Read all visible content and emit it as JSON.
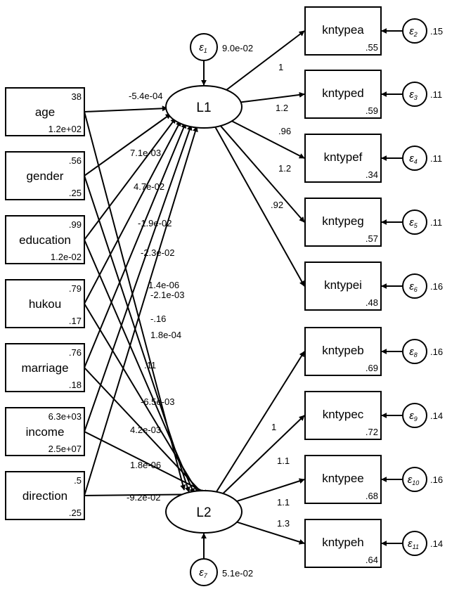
{
  "observed_left": [
    {
      "id": "age",
      "name": "age",
      "mean": "38",
      "variance": "1.2e+02"
    },
    {
      "id": "gender",
      "name": "gender",
      "mean": ".56",
      "variance": ".25"
    },
    {
      "id": "education",
      "name": "education",
      "mean": ".99",
      "variance": "1.2e-02"
    },
    {
      "id": "hukou",
      "name": "hukou",
      "mean": ".79",
      "variance": ".17"
    },
    {
      "id": "marriage",
      "name": "marriage",
      "mean": ".76",
      "variance": ".18"
    },
    {
      "id": "income",
      "name": "income",
      "mean": "6.3e+03",
      "variance": "2.5e+07"
    },
    {
      "id": "direction",
      "name": "direction",
      "mean": ".5",
      "variance": ".25"
    }
  ],
  "latents": [
    {
      "id": "L1",
      "name": "L1",
      "error": {
        "symbol": "ε",
        "sub": "1",
        "value": "9.0e-02"
      }
    },
    {
      "id": "L2",
      "name": "L2",
      "error": {
        "symbol": "ε",
        "sub": "7",
        "value": "5.1e-02"
      }
    }
  ],
  "observed_right": [
    {
      "id": "kntypea",
      "name": "kntypea",
      "intercept": ".55",
      "latent": "L1",
      "loading": "1",
      "error": {
        "sub": "2",
        "value": ".15"
      }
    },
    {
      "id": "kntyped",
      "name": "kntyped",
      "intercept": ".59",
      "latent": "L1",
      "loading": "1.2",
      "error": {
        "sub": "3",
        "value": ".11"
      }
    },
    {
      "id": "kntypef",
      "name": "kntypef",
      "intercept": ".34",
      "latent": "L1",
      "loading": ".96",
      "error": {
        "sub": "4",
        "value": ".11"
      }
    },
    {
      "id": "kntypeg",
      "name": "kntypeg",
      "intercept": ".57",
      "latent": "L1",
      "loading": "1.2",
      "error": {
        "sub": "5",
        "value": ".11"
      }
    },
    {
      "id": "kntypei",
      "name": "kntypei",
      "intercept": ".48",
      "latent": "L1",
      "loading": ".92",
      "error": {
        "sub": "6",
        "value": ".16"
      }
    },
    {
      "id": "kntypeb",
      "name": "kntypeb",
      "intercept": ".69",
      "latent": "L2",
      "loading": "1",
      "error": {
        "sub": "8",
        "value": ".16"
      }
    },
    {
      "id": "kntypec",
      "name": "kntypec",
      "intercept": ".72",
      "latent": "L2",
      "loading": "1.1",
      "error": {
        "sub": "9",
        "value": ".14"
      }
    },
    {
      "id": "kntypee",
      "name": "kntypee",
      "intercept": ".68",
      "latent": "L2",
      "loading": "1.1",
      "error": {
        "sub": "10",
        "value": ".16"
      }
    },
    {
      "id": "kntypeh",
      "name": "kntypeh",
      "intercept": ".64",
      "latent": "L2",
      "loading": "1.3",
      "error": {
        "sub": "11",
        "value": ".14"
      }
    }
  ],
  "paths_to_L1": [
    {
      "from": "age",
      "coef": "-5.4e-04"
    },
    {
      "from": "gender",
      "coef": "7.1e-03"
    },
    {
      "from": "education",
      "coef": "4.7e-02"
    },
    {
      "from": "hukou",
      "coef": "-1.9e-02"
    },
    {
      "from": "marriage",
      "coef": "-2.3e-02"
    },
    {
      "from": "income",
      "coef": "1.4e-06"
    },
    {
      "from": "direction",
      "coef": "-.16"
    }
  ],
  "paths_to_L2": [
    {
      "from": "age",
      "coef": "-2.1e-03"
    },
    {
      "from": "gender",
      "coef": "1.8e-04"
    },
    {
      "from": "education",
      "coef": ".11"
    },
    {
      "from": "hukou",
      "coef": "-6.5e-03"
    },
    {
      "from": "marriage",
      "coef": "4.2e-03"
    },
    {
      "from": "income",
      "coef": "1.8e-06"
    },
    {
      "from": "direction",
      "coef": "-9.2e-02"
    }
  ]
}
